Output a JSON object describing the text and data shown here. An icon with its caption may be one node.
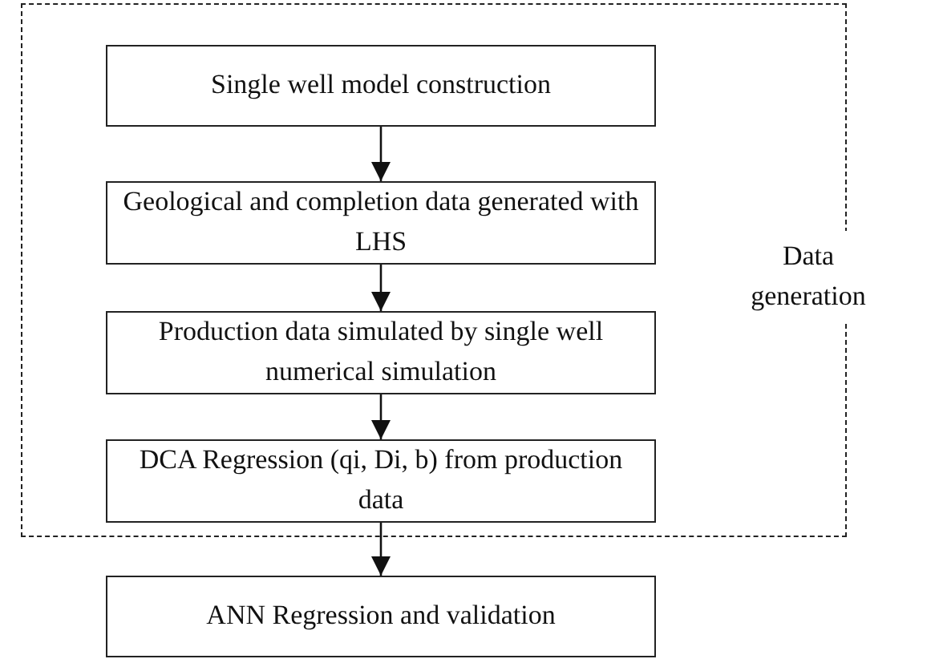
{
  "diagram": {
    "nodes": [
      {
        "text": [
          "Data generation"
        ]
      },
      {
        "text": [
          "Single well model construction"
        ],
        "in": 0
      },
      {
        "text": [
          "Geological and completion data generated with LHS"
        ],
        "in": 0
      },
      {
        "text": [
          "Production data simulated by single well numerical simulation"
        ],
        "in": 0
      },
      {
        "text": [
          "DCA Regression (qi, Di, b) from production data"
        ],
        "in": 0
      },
      {
        "text": [
          "ANN Regression and validation"
        ]
      }
    ],
    "edges": [
      {
        "from": 1,
        "to": 2,
        "arrow": "to"
      },
      {
        "from": 2,
        "to": 3,
        "arrow": "to"
      },
      {
        "from": 3,
        "to": 4,
        "arrow": "to"
      },
      {
        "from": 4,
        "to": 5,
        "arrow": "to"
      }
    ]
  }
}
